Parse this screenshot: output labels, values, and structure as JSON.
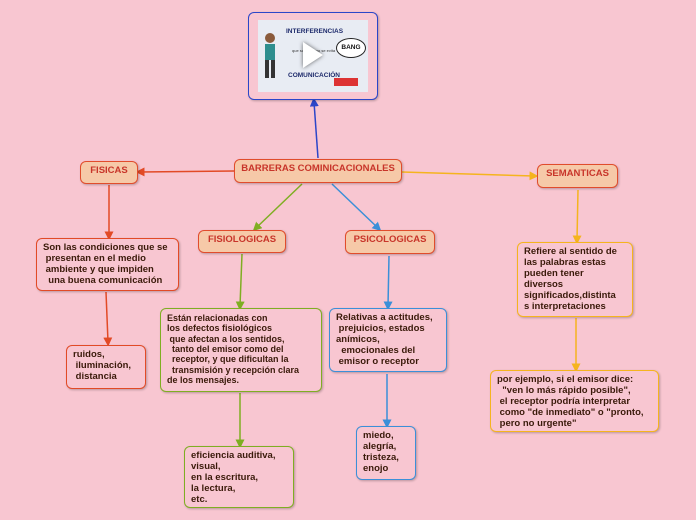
{
  "video": {
    "title_line1": "INTERFERENCIAS",
    "title_line2": "COMUNICACIÓN",
    "caption": "que son y cómo se evita",
    "badge": "BANG"
  },
  "nodes": {
    "root": "BARRERAS COMINICACIONALES",
    "fisicas": "FISICAS",
    "semanticas": "SEMANTICAS",
    "fisiologicas": "FISIOLOGICAS",
    "psicologicas": "PSICOLOGICAS",
    "fisicas_desc": "Son las condiciones que se\n presentan en el medio\n ambiente y que impiden\n  una buena comunicación",
    "fisicas_ej": "ruidos,\n iluminación,\n distancia",
    "fisio_desc": "Están relacionadas con\nlos defectos fisiológicos\n que afectan a los sentidos,\n  tanto del emisor como del\n  receptor, y que dificultan la\n  transmisión y recepción clara\nde los mensajes.",
    "fisio_ej": "eficiencia auditiva,\nvisual,\nen la escritura,\nla lectura,\netc.",
    "psico_desc": "Relativas a actitudes,\n prejuicios, estados\nanímicos,\n  emocionales del\n emisor o receptor",
    "psico_ej": "miedo,\nalegría,\ntristeza,\nenojo",
    "seman_desc": "Refiere al sentido de\nlas palabras estas\npueden tener\ndiversos\nsignificados,distinta\ns interpretaciones",
    "seman_ej": "por ejemplo, si el emisor dice:\n  \"ven lo más rápido posible\",\n el receptor podría interpretar\n como \"de inmediato\" o \"pronto,\n pero no urgente\""
  },
  "colors": {
    "blue": "#2b46c9",
    "orange_red": "#e24a26",
    "green": "#7fae22",
    "sky": "#3b8fd8",
    "gold": "#f5b41e"
  }
}
